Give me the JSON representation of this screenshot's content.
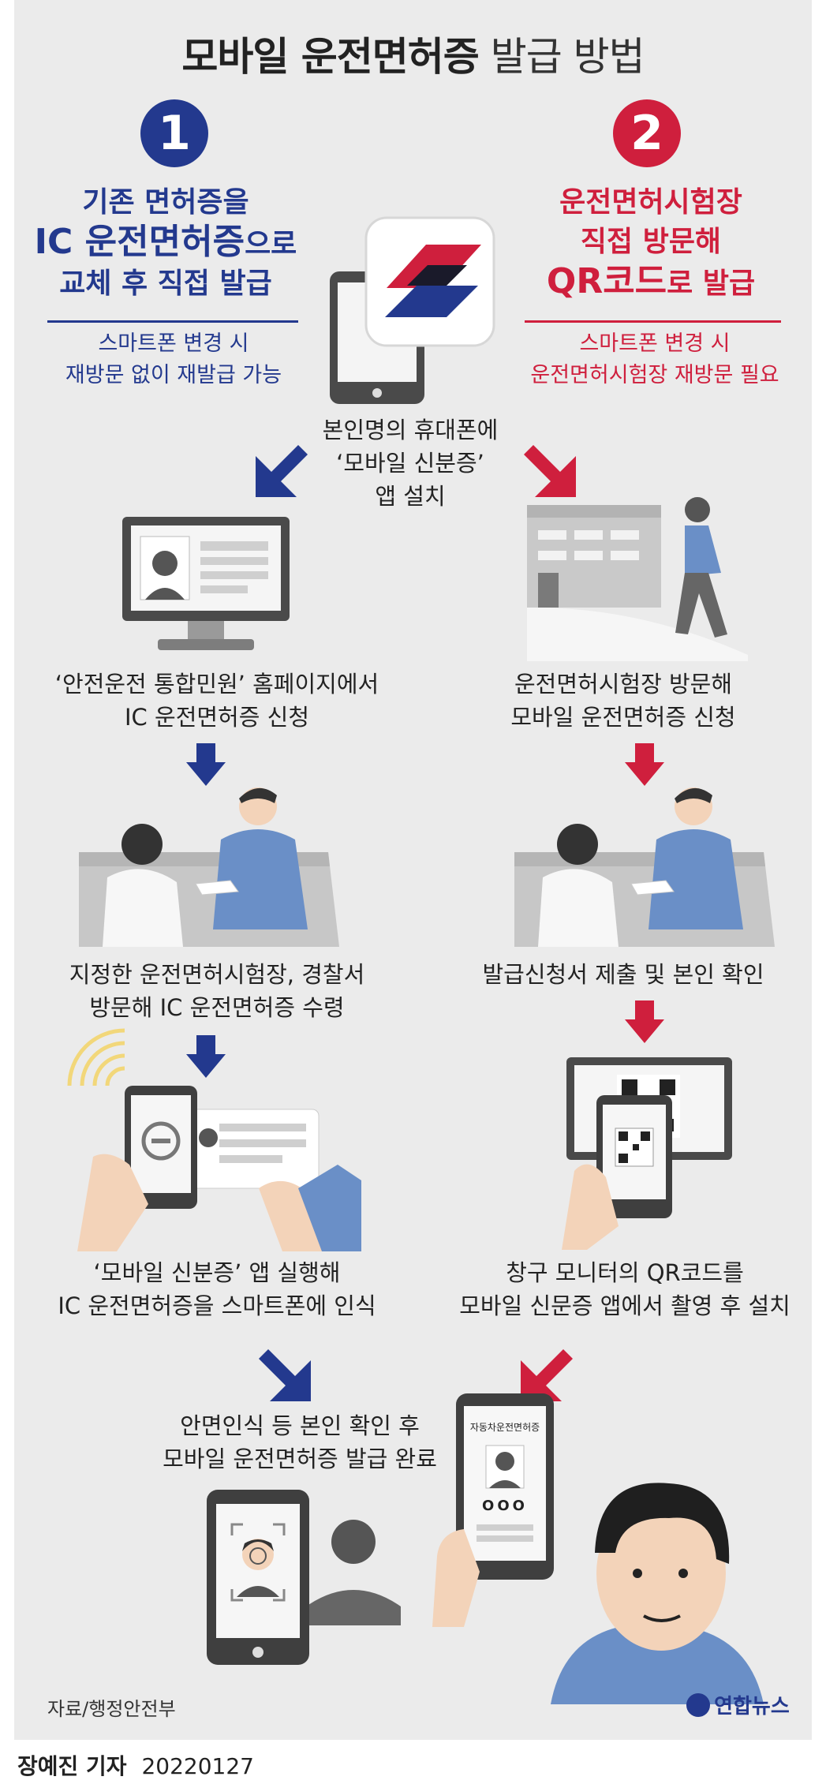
{
  "title": {
    "bold": "모바일 운전면허증",
    "light": "발급 방법"
  },
  "colors": {
    "blue": "#23398e",
    "red": "#cf1f3d",
    "panel": "#ebebeb"
  },
  "option1": {
    "number": "1",
    "line1": "기존 면허증을",
    "line2_big": "IC 운전면허증",
    "line2_tail": "으로",
    "line3": "교체 후 직접 발급",
    "sub1": "스마트폰 변경 시",
    "sub2": "재방문 없이 재발급 가능"
  },
  "option2": {
    "number": "2",
    "line1": "운전면허시험장",
    "line2": "직접 방문해",
    "line3_big": "QR코드",
    "line3_tail": "로 발급",
    "sub1": "스마트폰 변경 시",
    "sub2": "운전면허시험장 재방문 필요"
  },
  "common": {
    "l1": "본인명의 휴대폰에",
    "l2": "‘모바일 신분증’",
    "l3": "앱 설치"
  },
  "left_steps": [
    {
      "l1": "‘안전운전 통합민원’ 홈페이지에서",
      "l2": "IC 운전면허증 신청"
    },
    {
      "l1": "지정한 운전면허시험장, 경찰서",
      "l2": "방문해 IC 운전면허증 수령"
    },
    {
      "l1": "‘모바일 신분증’ 앱 실행해",
      "l2": "IC 운전면허증을 스마트폰에 인식"
    }
  ],
  "right_steps": [
    {
      "l1": "운전면허시험장 방문해",
      "l2": "모바일 운전면허증 신청"
    },
    {
      "l1": "발급신청서 제출 및 본인 확인",
      "l2": ""
    },
    {
      "l1": "창구 모니터의 QR코드를",
      "l2": "모바일 신문증 앱에서 촬영 후 설치"
    }
  ],
  "final": {
    "l1": "안면인식 등 본인 확인 후",
    "l2": "모바일 운전면허증 발급 완료"
  },
  "license_card": {
    "title": "자동차운전면허증",
    "dots": "OOO"
  },
  "source": "자료/행정안전부",
  "logo": "연합뉴스",
  "credit": {
    "reporter": "장예진 기자",
    "date": "20220127"
  }
}
